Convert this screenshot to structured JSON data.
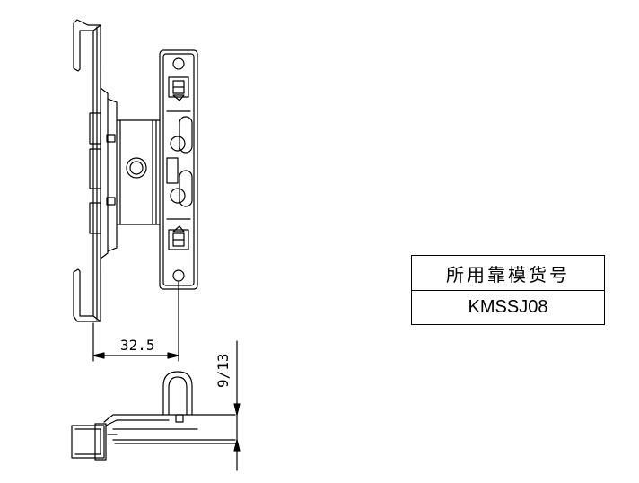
{
  "drawing": {
    "dimension_horizontal": "32.5",
    "dimension_vertical": "9/13"
  },
  "title_block": {
    "header": "所用靠模货号",
    "value": "KMSSJ08"
  }
}
